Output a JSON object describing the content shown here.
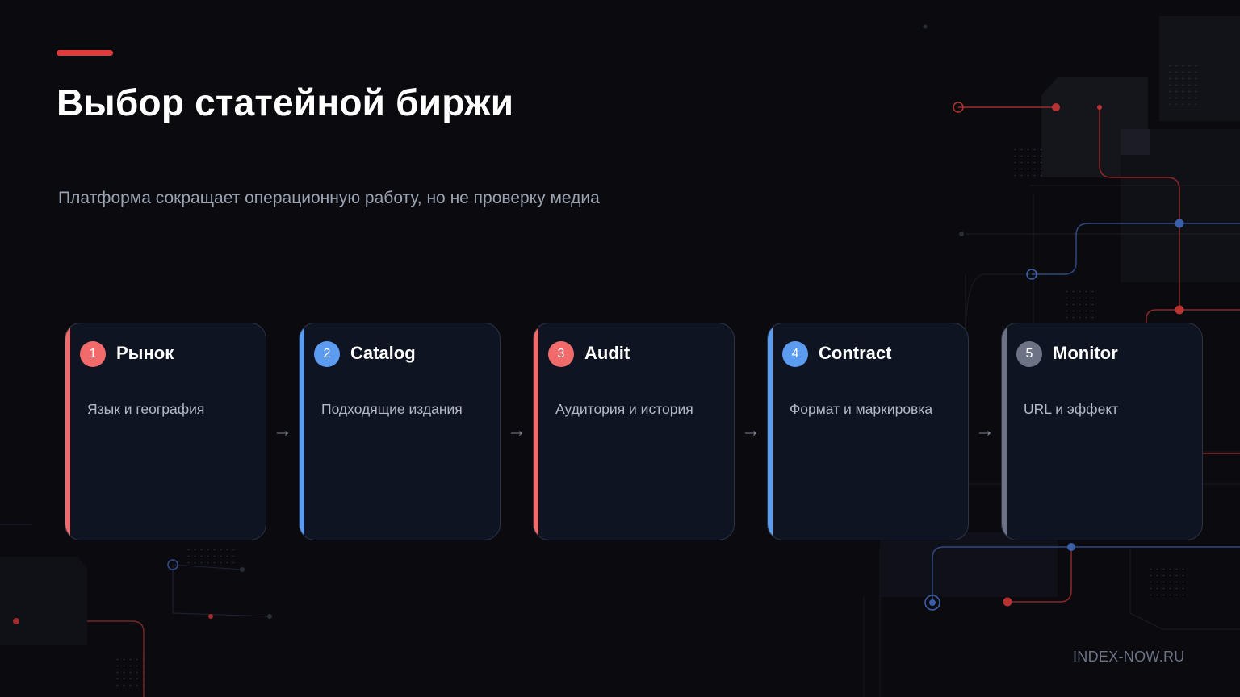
{
  "slide": {
    "title": "Выбор статейной биржи",
    "subtitle": "Платформа сокращает операционную работу, но не проверку медиа",
    "footer": "INDEX-NOW.RU"
  },
  "colors": {
    "accent_red": "#e03a3a",
    "step_red": "#f26b6b",
    "step_blue": "#5b9cf0",
    "step_gray": "#6b7385",
    "background": "#0a0a0f",
    "card_bg": "#0f1422"
  },
  "steps": [
    {
      "number": "1",
      "title": "Рынок",
      "description": "Язык и география",
      "color": "#f26b6b"
    },
    {
      "number": "2",
      "title": "Catalog",
      "description": "Подходящие издания",
      "color": "#5b9cf0"
    },
    {
      "number": "3",
      "title": "Audit",
      "description": "Аудитория и история",
      "color": "#f26b6b"
    },
    {
      "number": "4",
      "title": "Contract",
      "description": "Формат и маркировка",
      "color": "#5b9cf0"
    },
    {
      "number": "5",
      "title": "Monitor",
      "description": "URL и эффект",
      "color": "#6b7385"
    }
  ],
  "icons": {
    "arrow": "arrow-right-icon"
  }
}
